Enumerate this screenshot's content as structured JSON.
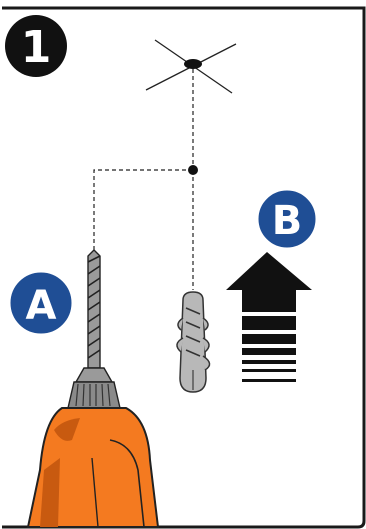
{
  "step": {
    "number": "1"
  },
  "labels": {
    "drill": "A",
    "anchor": "B"
  },
  "colors": {
    "border": "#1a1a1a",
    "badge_dark": "#111111",
    "badge_blue": "#1f4e95",
    "drill_orange": "#f47a20",
    "drill_orange_dark": "#c85a10",
    "plug_gray": "#b8b8b8",
    "arrow_black": "#111111"
  },
  "icons": {
    "ceiling_mark": "crosshair-mark-icon",
    "arrow": "up-arrow-icon",
    "drill": "drill-icon",
    "plug": "wall-plug-icon"
  }
}
